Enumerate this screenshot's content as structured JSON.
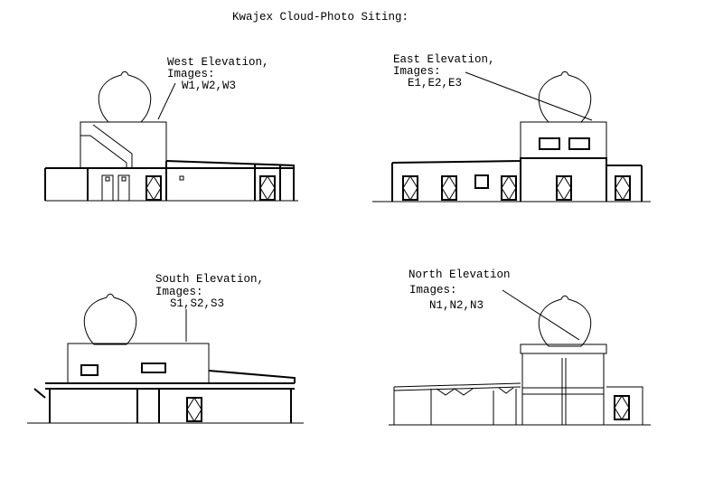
{
  "title": "Kwajex Cloud-Photo Siting:",
  "elevations": {
    "west": {
      "name": "West Elevation,",
      "images_label": "Images:",
      "images": "W1,W2,W3"
    },
    "east": {
      "name": "East Elevation,",
      "images_label": "Images:",
      "images": "E1,E2,E3"
    },
    "south": {
      "name": "South Elevation,",
      "images_label": "Images:",
      "images": "S1,S2,S3"
    },
    "north": {
      "name": "North Elevation",
      "images_label": "Images:",
      "images": "N1,N2,N3"
    }
  },
  "colors": {
    "line": "#000000",
    "background": "#ffffff"
  }
}
